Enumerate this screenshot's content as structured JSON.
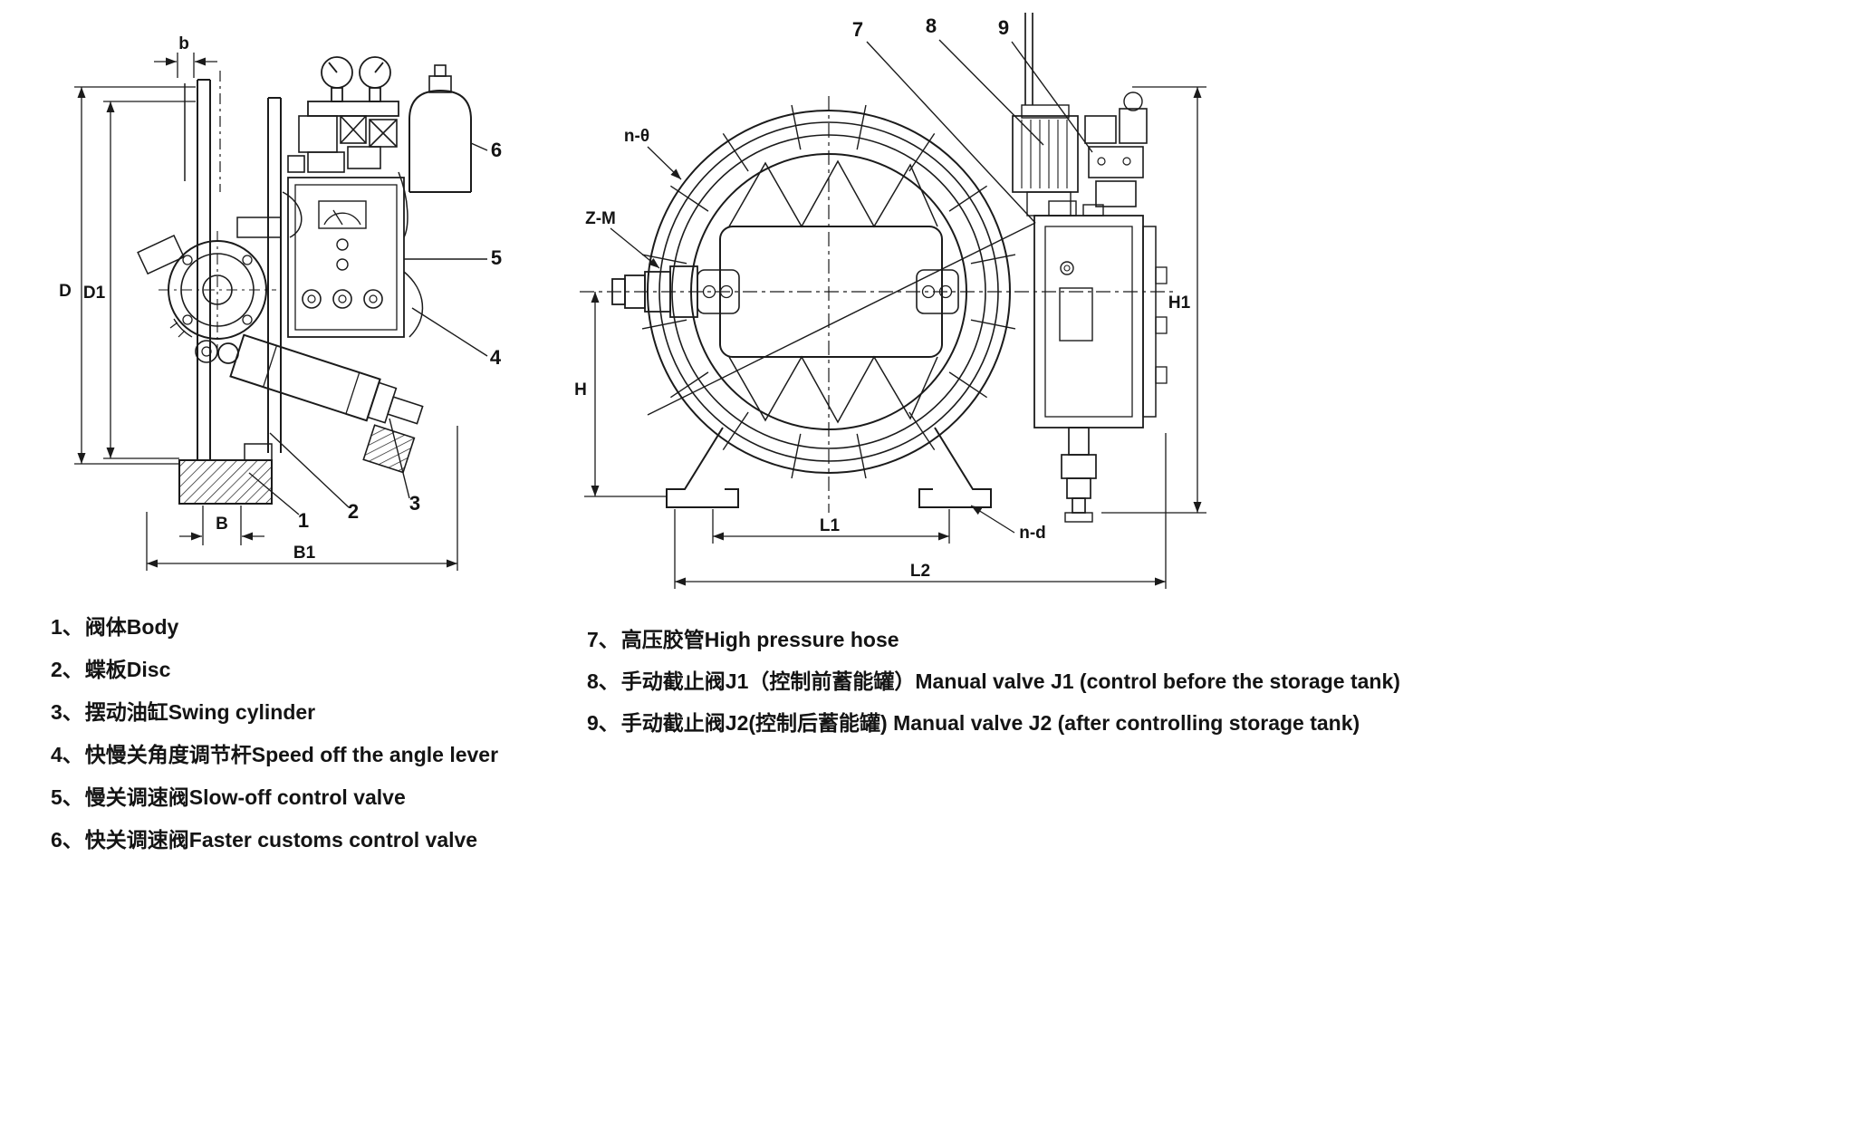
{
  "figure": {
    "callouts": {
      "c1": "1",
      "c2": "2",
      "c3": "3",
      "c4": "4",
      "c5": "5",
      "c6": "6",
      "c7": "7",
      "c8": "8",
      "c9": "9"
    },
    "dims": {
      "b": "b",
      "d": "D",
      "d1": "D1",
      "b_small": "B",
      "b1": "B1",
      "n_theta": "n-θ",
      "z_m": "Z-M",
      "h": "H",
      "h1": "H1",
      "l1": "L1",
      "l2": "L2",
      "n_d": "n-d"
    }
  },
  "legend": {
    "left": [
      {
        "num": "1、",
        "text": "阀体Body"
      },
      {
        "num": "2、",
        "text": "蝶板Disc"
      },
      {
        "num": "3、",
        "text": "摆动油缸Swing cylinder"
      },
      {
        "num": "4、",
        "text": "快慢关角度调节杆Speed off the angle lever"
      },
      {
        "num": "5、",
        "text": "慢关调速阀Slow-off control valve"
      },
      {
        "num": "6、",
        "text": "快关调速阀Faster customs control valve"
      }
    ],
    "right": [
      {
        "num": "7、",
        "text": "高压胶管High pressure hose"
      },
      {
        "num": "8、",
        "text": "手动截止阀J1（控制前蓄能罐）Manual valve J1 (control before the storage tank)"
      },
      {
        "num": "9、",
        "text": "手动截止阀J2(控制后蓄能罐) Manual valve J2 (after controlling storage tank)"
      }
    ]
  },
  "colors": {
    "ink": "#1b1b1b",
    "background": "#ffffff"
  }
}
